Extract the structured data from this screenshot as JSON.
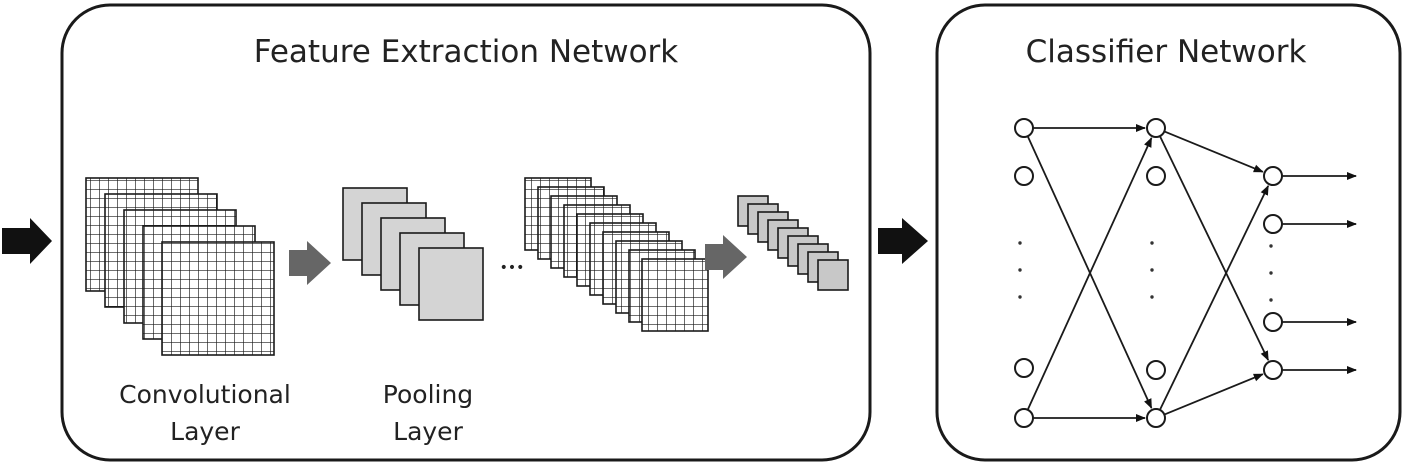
{
  "feature_extraction": {
    "title": "Feature Extraction Network",
    "conv_label_line1": "Convolutional",
    "conv_label_line2": "Layer",
    "pool_label_line1": "Pooling",
    "pool_label_line2": "Layer",
    "ellipsis": "•••"
  },
  "classifier": {
    "title": "Classifier Network"
  },
  "colors": {
    "outline": "#1a1a1a",
    "main_arrow": "#111111",
    "inner_arrow": "#666666",
    "pool_fill": "#d4d4d4",
    "small_fill": "#c8c8c8"
  }
}
